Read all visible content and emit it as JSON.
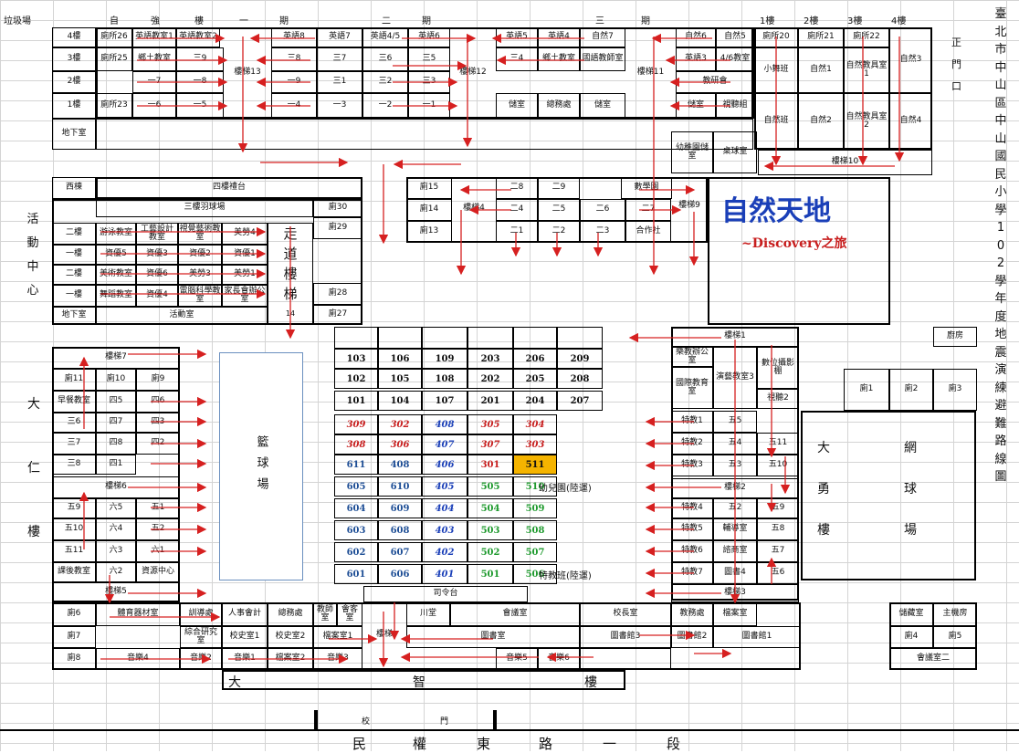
{
  "map_title": [
    "臺",
    "北",
    "市",
    "中",
    "山",
    "區",
    "中",
    "山",
    "國",
    "民",
    "小",
    "學",
    "1",
    "0",
    "2",
    "學",
    "年",
    "度",
    "地",
    "震",
    "演",
    "練",
    "避",
    "難",
    "路",
    "線",
    "圖"
  ],
  "header": {
    "playground": "垃圾場",
    "zi": "自",
    "zhi": "強",
    "lou": "樓",
    "yi": "一",
    "qi1": "期",
    "er": "二",
    "qi2": "期",
    "san": "三",
    "qi3": "期",
    "f1": "1樓",
    "f2": "2樓",
    "f3": "3樓",
    "f4": "4樓"
  },
  "ziqiang": {
    "floors": [
      "4樓",
      "3樓",
      "2樓",
      "1樓",
      "地下室"
    ],
    "row4": [
      "廁所26",
      "英語教室1",
      "英語教室2",
      "英語8",
      "英語7",
      "英語4/5",
      "英語6",
      "英語5",
      "英語4",
      "自然7",
      "自然6",
      "自然5"
    ],
    "row3": [
      "廁所25",
      "鄉土教室",
      "三9",
      "三8",
      "三7",
      "三6",
      "三5",
      "三4",
      "鄉土教室",
      "國語教師室",
      "英語3",
      "4/6教室"
    ],
    "row2": [
      "一7",
      "一8",
      "一9",
      "三1",
      "三2",
      "三3",
      "教研會"
    ],
    "row1": [
      "廁所23",
      "一6",
      "一5",
      "一4",
      "一3",
      "一2",
      "一1",
      "儲室",
      "總務處",
      "儲室",
      "儲室",
      "視聽組"
    ],
    "stairs": [
      "樓梯13",
      "樓梯12",
      "樓梯11"
    ],
    "right": [
      "廁所20",
      "廁所21",
      "廁所22",
      "小舞班",
      "自然1",
      "自然教具室1",
      "自然3",
      "自然班",
      "自然2",
      "自然教具室2",
      "自然4",
      "樓梯10",
      "幼稚園儲室",
      "桌球室",
      "正",
      "門",
      "口"
    ]
  },
  "activity": {
    "side_label": [
      "活",
      "動",
      "中",
      "心"
    ],
    "west": "西棟",
    "stage": "四樓禮台",
    "rows": [
      "三樓羽球場",
      "廁30",
      "二樓",
      "一樓",
      "二樓",
      "一樓",
      "地下室",
      "廁29",
      "廁28",
      "廁27"
    ],
    "rooms": [
      "游泳教室",
      "工藝設計教室",
      "視覺藝術教室",
      "美勞4",
      "資優5",
      "資優3",
      "資優2",
      "資優1",
      "美術教室",
      "資優6",
      "美勞3",
      "美勞1",
      "舞蹈教室",
      "資優4",
      "電腦科學教室",
      "家長會辦公室",
      "活動室"
    ],
    "walkway": [
      "走",
      "道",
      "樓",
      "梯"
    ],
    "num14": "14"
  },
  "east_block": {
    "rooms": [
      "廁15",
      "二8",
      "二9",
      "數學園",
      "廁14",
      "樓梯4",
      "二4",
      "二5",
      "二6",
      "二7",
      "樓梯9",
      "廁13",
      "二1",
      "二2",
      "二3",
      "合作社"
    ]
  },
  "brand": {
    "title": "自然天地",
    "subtitle": "~Discovery之旅"
  },
  "classroom_grid": {
    "rows": [
      [
        "103",
        "106",
        "109",
        "203",
        "206",
        "209"
      ],
      [
        "102",
        "105",
        "108",
        "202",
        "205",
        "208"
      ],
      [
        "101",
        "104",
        "107",
        "201",
        "204",
        "207"
      ],
      [
        "309",
        "302",
        "408",
        "305",
        "304"
      ],
      [
        "308",
        "306",
        "407",
        "307",
        "303"
      ],
      [
        "611",
        "408",
        "406",
        "301",
        "511"
      ],
      [
        "605",
        "610",
        "405",
        "505",
        "510"
      ],
      [
        "604",
        "609",
        "404",
        "504",
        "509"
      ],
      [
        "603",
        "608",
        "403",
        "503",
        "508"
      ],
      [
        "602",
        "607",
        "402",
        "502",
        "507"
      ],
      [
        "601",
        "606",
        "401",
        "501",
        "506"
      ]
    ],
    "notes": [
      "幼兒園(陸運)",
      "特教班(陸運)"
    ],
    "highlight_color": "#f5b400"
  },
  "daren": {
    "label": [
      "大",
      "仁",
      "樓"
    ],
    "rows": [
      "樓梯7",
      "廁11",
      "廁10",
      "廁9",
      "早餐教室",
      "四5",
      "四6",
      "三6",
      "四7",
      "四3",
      "三7",
      "四8",
      "四2",
      "三8",
      "四1",
      "樓梯6",
      "五9",
      "六5",
      "五1",
      "五10",
      "六4",
      "五2",
      "五11",
      "六3",
      "六1",
      "課後教室",
      "六2",
      "資源中心",
      "樓梯5"
    ],
    "court": [
      "籃",
      "球",
      "場"
    ]
  },
  "dayong": {
    "label": [
      "大",
      "勇",
      "樓"
    ],
    "court": [
      "網",
      "球",
      "場"
    ],
    "rows": [
      "樓梯1",
      "樂教辦公室",
      "國際教育室",
      "演藝教室3",
      "數位攝影棚",
      "視聽2",
      "廁1",
      "廁2",
      "廁3",
      "特教1",
      "五5",
      "特教2",
      "五4",
      "五11",
      "特教3",
      "五3",
      "五10",
      "樓梯2",
      "特教4",
      "五2",
      "五9",
      "特教5",
      "輔導室",
      "五8",
      "特教6",
      "諮商室",
      "五7",
      "特教7",
      "圖書4",
      "五6",
      "樓梯3",
      "廚房"
    ]
  },
  "dazhi": {
    "rows": [
      "廁6",
      "體育器材室",
      "訓導處",
      "人事會計",
      "總務處",
      "教師室",
      "會客室",
      "樓梯",
      "川堂",
      "會議室",
      "校長室",
      "教務處",
      "檔案室",
      "廁7",
      "綜合研究室",
      "校史室1",
      "校史室2",
      "檔案室1",
      "圖書室",
      "圖書館3",
      "圖書館2",
      "圖書館1",
      "廁8",
      "音樂4",
      "音樂2",
      "音樂1",
      "檔案室2",
      "音樂3",
      "音樂5",
      "音樂6"
    ],
    "stage_label": "司令台",
    "label": [
      "大",
      "智",
      "樓"
    ]
  },
  "far_right": [
    "廚房",
    "儲藏室",
    "主機房",
    "廁4",
    "廁5",
    "會議室二"
  ],
  "gate": [
    "校",
    "門"
  ],
  "road": [
    "民",
    "權",
    "東",
    "路",
    "一",
    "段"
  ],
  "colors": {
    "arrow": "#d62020",
    "blue_text": "#1a3fb8",
    "red_text": "#c81e1e",
    "green_text": "#1f9a2e",
    "navy_text": "#1f4f96"
  }
}
